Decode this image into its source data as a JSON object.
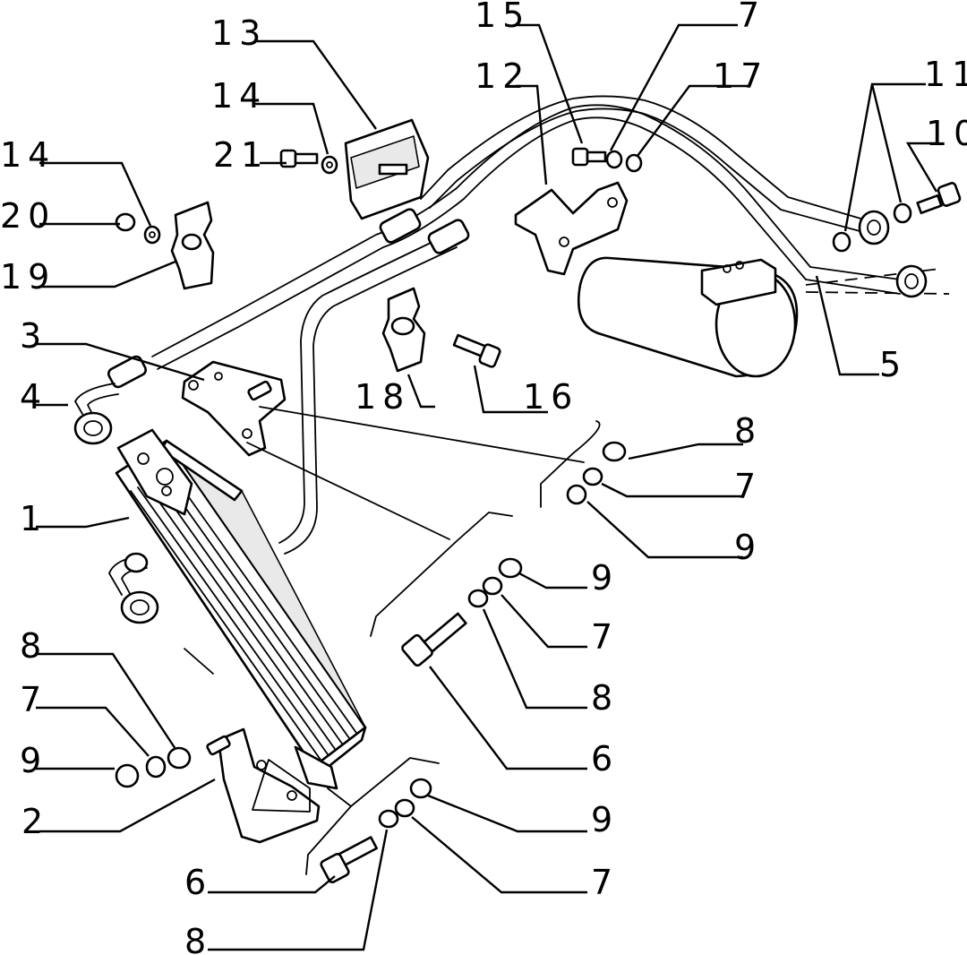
{
  "diagram": {
    "callouts": [
      {
        "id": "c13a",
        "label": "13"
      },
      {
        "id": "c14a",
        "label": "14"
      },
      {
        "id": "c21",
        "label": "21"
      },
      {
        "id": "c14b",
        "label": "14"
      },
      {
        "id": "c20",
        "label": "20"
      },
      {
        "id": "c19",
        "label": "19"
      },
      {
        "id": "c3",
        "label": "3"
      },
      {
        "id": "c4",
        "label": "4"
      },
      {
        "id": "c1",
        "label": "1"
      },
      {
        "id": "c8a",
        "label": "8"
      },
      {
        "id": "c7a",
        "label": "7"
      },
      {
        "id": "c9a",
        "label": "9"
      },
      {
        "id": "c2",
        "label": "2"
      },
      {
        "id": "c6a",
        "label": "6"
      },
      {
        "id": "c8b",
        "label": "8"
      },
      {
        "id": "c15",
        "label": "15"
      },
      {
        "id": "c7b",
        "label": "7"
      },
      {
        "id": "c12",
        "label": "12"
      },
      {
        "id": "c17",
        "label": "17"
      },
      {
        "id": "c11",
        "label": "11"
      },
      {
        "id": "c10",
        "label": "10"
      },
      {
        "id": "c5",
        "label": "5"
      },
      {
        "id": "c18",
        "label": "18"
      },
      {
        "id": "c16",
        "label": "16"
      },
      {
        "id": "c8c",
        "label": "8"
      },
      {
        "id": "c7c",
        "label": "7"
      },
      {
        "id": "c9b",
        "label": "9"
      },
      {
        "id": "c9c",
        "label": "9"
      },
      {
        "id": "c7d",
        "label": "7"
      },
      {
        "id": "c8d",
        "label": "8"
      },
      {
        "id": "c6b",
        "label": "6"
      },
      {
        "id": "c9d",
        "label": "9"
      },
      {
        "id": "c7e",
        "label": "7"
      }
    ]
  }
}
